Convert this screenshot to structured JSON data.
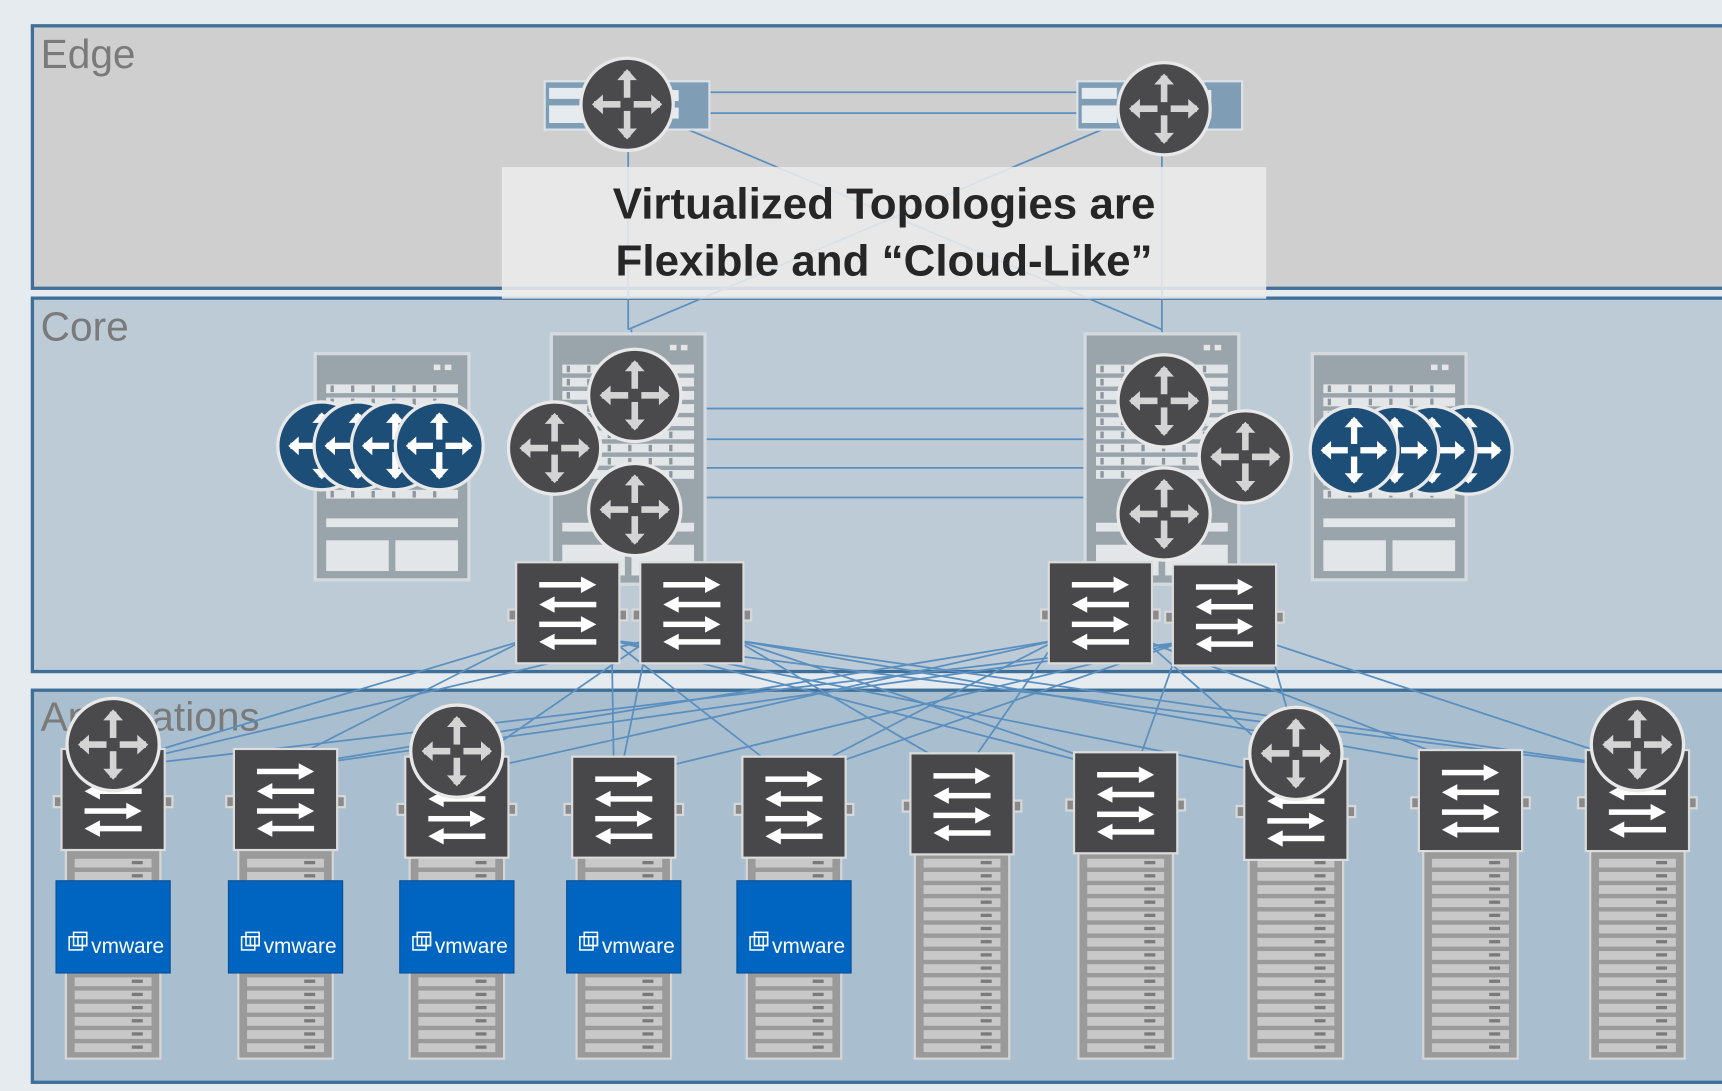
{
  "title": {
    "line1": "Virtualized Topologies are",
    "line2": "Flexible and “Cloud-Like”"
  },
  "zones": {
    "edge": "Edge",
    "core": "Core",
    "applications": "Applications"
  },
  "vmware_label": "vmware",
  "colors": {
    "edge_zone": "#cfcfcf",
    "core_zone": "#bcccd7",
    "applications_zone": "#a8bfcf",
    "zone_border": "#3e6f98",
    "device_dark": "#4a4a4d",
    "router_blue": "#1d4e78",
    "vmware_blue": "#0064c1",
    "link": "#5a8fbf"
  },
  "icons": {
    "router": "router-icon",
    "virtual_router": "virtual-router-icon",
    "switch": "switch-icon",
    "server": "server-rack-icon",
    "vmware": "vmware-logo-icon"
  }
}
